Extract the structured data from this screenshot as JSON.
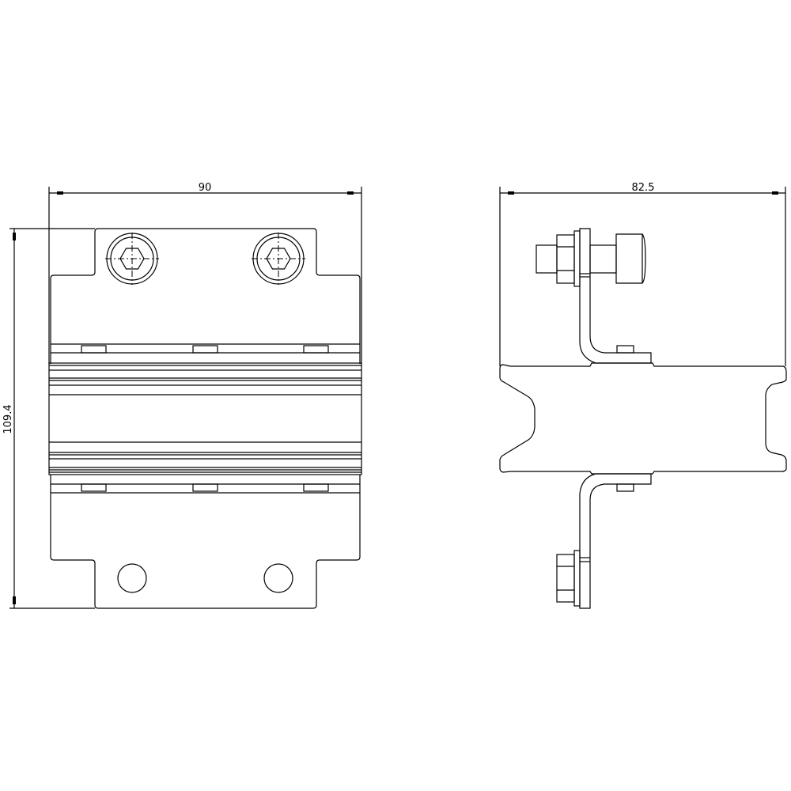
{
  "drawing": {
    "front_view": {
      "width_dimension": "90",
      "height_dimension": "109.4"
    },
    "side_view": {
      "width_dimension": "82.5"
    },
    "line_color": "#000000",
    "background_color": "#ffffff"
  }
}
